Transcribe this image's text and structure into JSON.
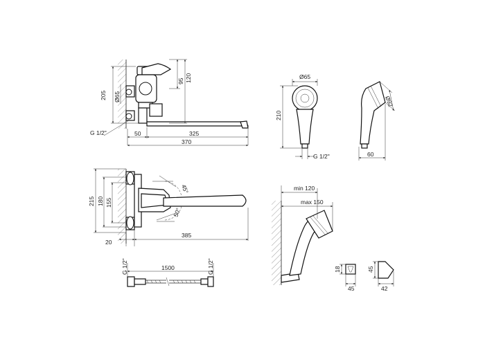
{
  "title": "",
  "side_view": {
    "dims": {
      "height_205": "205",
      "height_95": "95",
      "height_120": "120",
      "dia_65": "Ø65",
      "thread": "G 1/2\"",
      "len_50": "50",
      "len_325": "325",
      "len_370": "370"
    }
  },
  "top_view": {
    "dims": {
      "h_215": "215",
      "h_180": "180",
      "h_155": "155",
      "w_20": "20",
      "w_385": "385",
      "angle_45": "45°",
      "angle_50": "50°"
    }
  },
  "hose": {
    "dims": {
      "thread_left": "G 1/2\"",
      "length": "1500",
      "thread_right": "G 1/2\""
    }
  },
  "shower_head_front": {
    "dims": {
      "dia_65": "Ø65",
      "height_210": "210",
      "thread": "G 1/2\""
    }
  },
  "shower_head_side": {
    "dims": {
      "dia_92": "Ø92",
      "width_60": "60"
    }
  },
  "wall_holder": {
    "dims": {
      "min": "min 120",
      "max": "max 150",
      "h_18": "18",
      "w_45_front": "45",
      "h_45_side": "45",
      "w_42": "42"
    }
  }
}
